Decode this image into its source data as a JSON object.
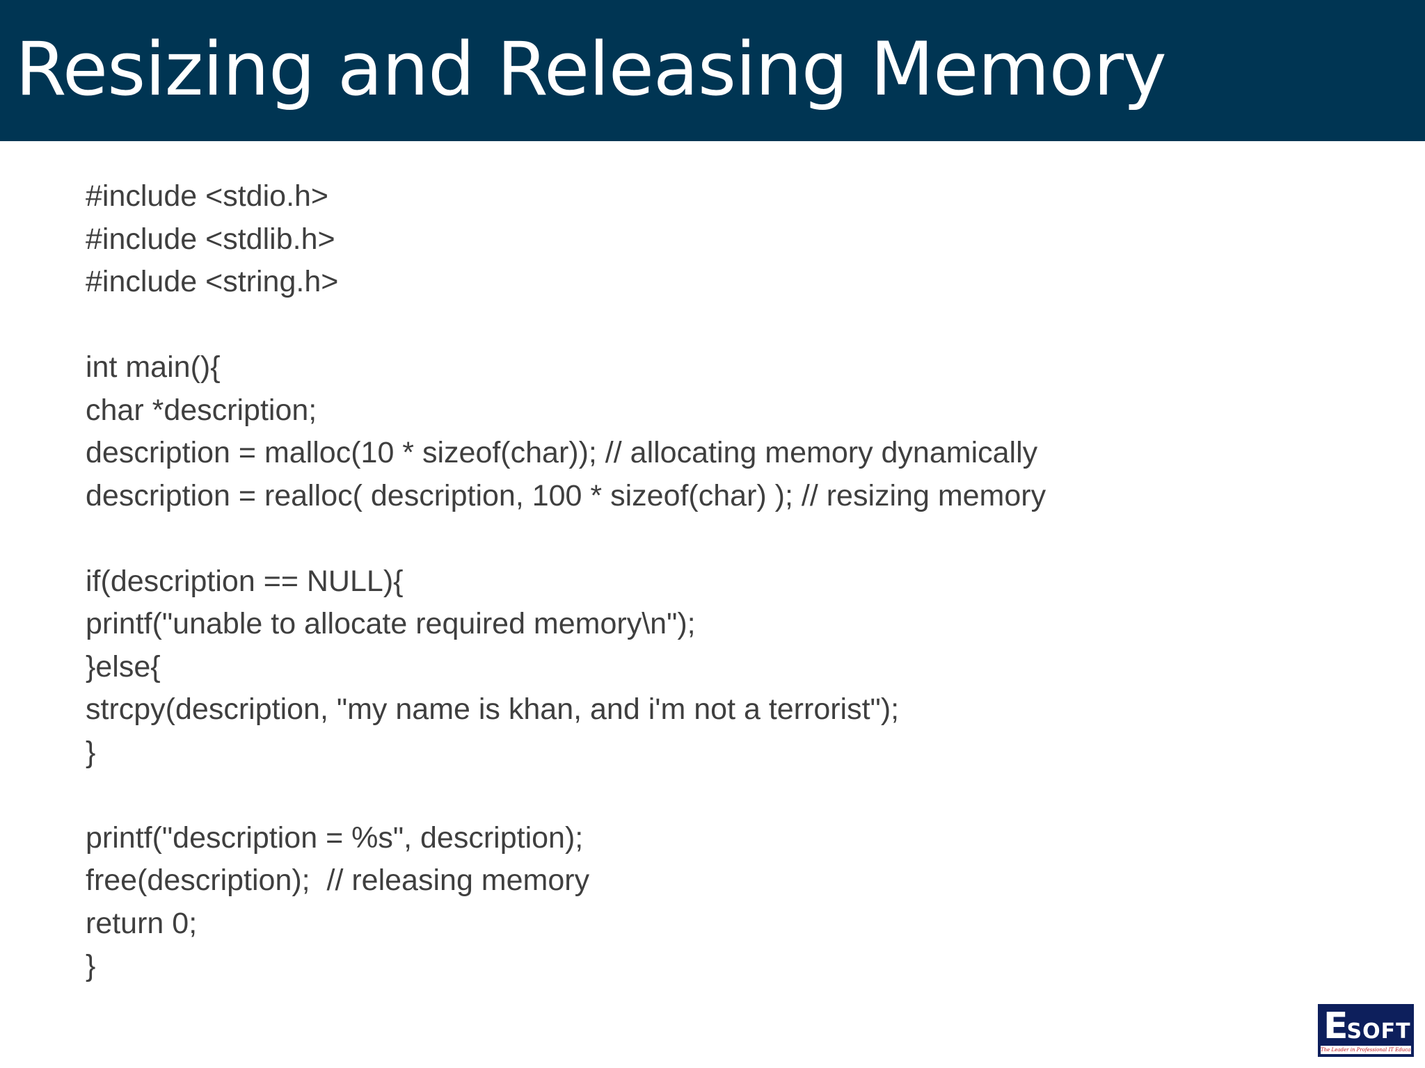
{
  "slide": {
    "title": "Resizing and Releasing Memory"
  },
  "code": {
    "lines": [
      "#include <stdio.h>",
      "#include <stdlib.h>",
      "#include <string.h>",
      "",
      "int main(){",
      "char *description;",
      "description = malloc(10 * sizeof(char)); // allocating memory dynamically",
      "description = realloc( description, 100 * sizeof(char) ); // resizing memory",
      "",
      "if(description == NULL){",
      "printf(\"unable to allocate required memory\\n\");",
      "}else{",
      "strcpy(description, \"my name is khan, and i'm not a terrorist\");",
      "}",
      "",
      "printf(\"description = %s\", description);",
      "free(description);  // releasing memory",
      "return 0;",
      "}"
    ]
  },
  "logo": {
    "text_first": "E",
    "text_rest": "SOFT",
    "tagline": "The Leader in Professional IT Education"
  },
  "colors": {
    "title_bar": "#003553",
    "title_text": "#ffffff",
    "code_text": "#3f3f3f",
    "logo_bg": "#0d1f5c",
    "logo_tagline": "#c0141b"
  }
}
